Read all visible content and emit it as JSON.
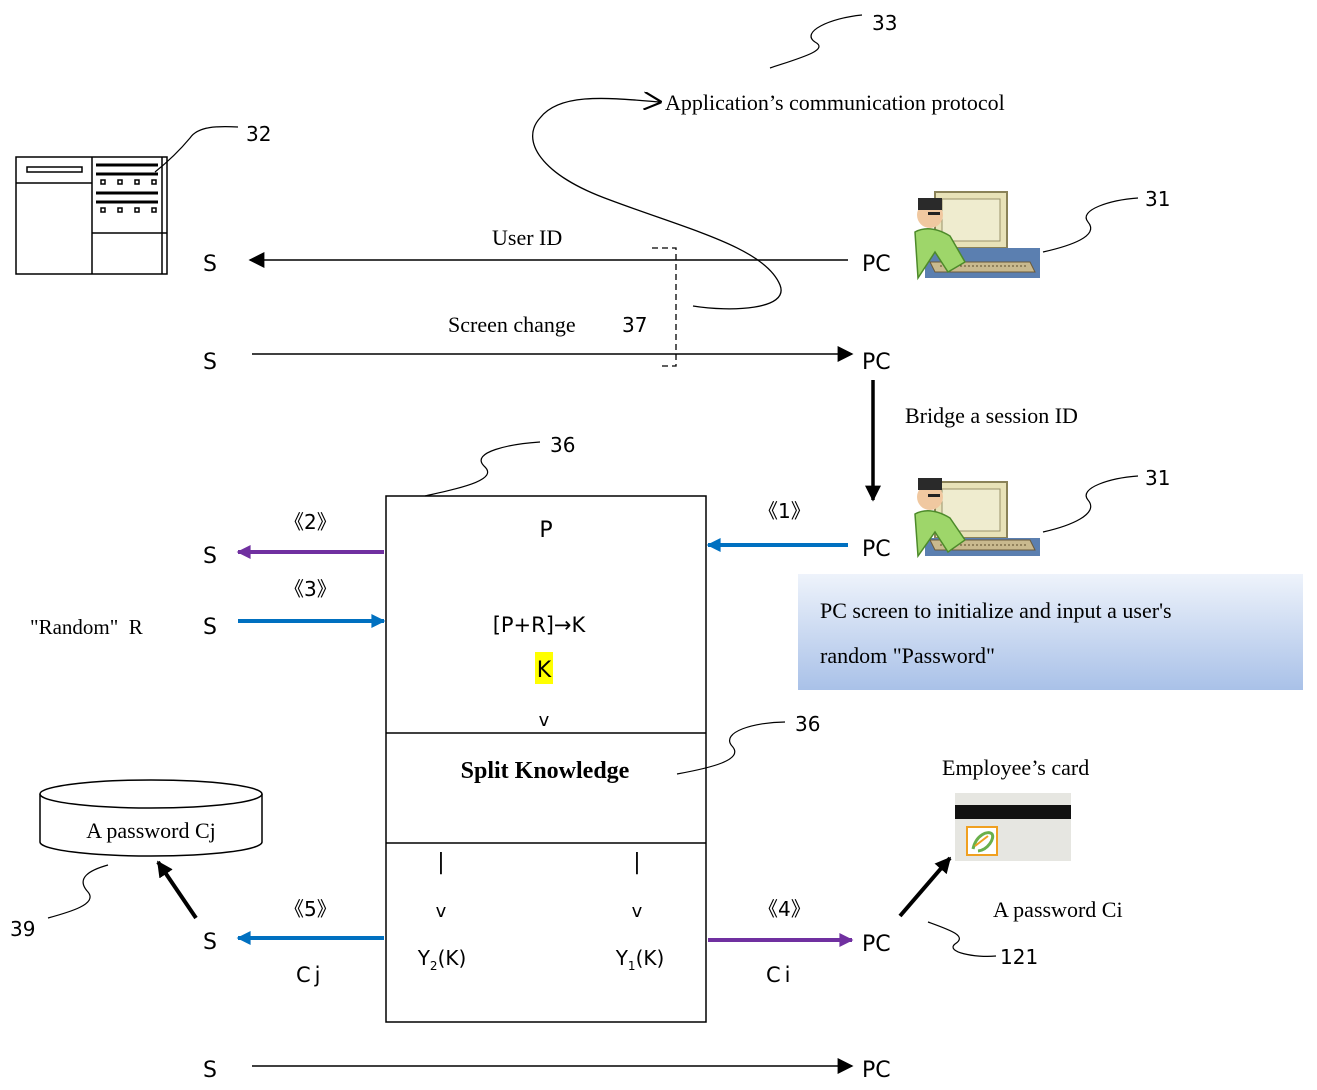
{
  "colors": {
    "black": "#000000",
    "blue": "#0070C0",
    "purple": "#7030A0",
    "highlight": "#FFFF00",
    "note_bg_top": "#EEF3FB",
    "note_bg_bottom": "#A9C1E8"
  },
  "refs": {
    "r33": "33",
    "r32": "32",
    "r31_top": "31",
    "r31_mid": "31",
    "r36_top": "36",
    "r36_mid": "36",
    "r39": "39",
    "r121": "121"
  },
  "top": {
    "protocol_label": "Application’s communication protocol",
    "user_id_label": "User ID",
    "screen_change_label": "Screen change",
    "screen_change_ref": "37",
    "bridge_label": "Bridge a session ID"
  },
  "nodes": {
    "s_1": "S",
    "pc_1": "PC",
    "s_2": "S",
    "pc_2": "PC",
    "s_3": "S",
    "pc_3": "PC",
    "s_4": "S",
    "s_5": "S",
    "pc_5": "PC",
    "s_6": "S",
    "pc_6": "PC"
  },
  "steps": {
    "step1": "《1》",
    "step2": "《2》",
    "step3": "《3》",
    "step4": "《4》",
    "step5": "《5》"
  },
  "box": {
    "p": "P",
    "formula": "[P+R]→K",
    "k": "K",
    "v1": "v",
    "split_knowledge": "Split Knowledge",
    "bar_left": "|",
    "bar_right": "|",
    "v_left": "v",
    "v_right": "v",
    "y2": "Y",
    "y2_sub": "2",
    "y2_arg": "(K)",
    "y1": "Y",
    "y1_sub": "1",
    "y1_arg": "(K)"
  },
  "labels": {
    "random": "\"Random\"  R",
    "cj": "Cj",
    "ci": "Ci",
    "db_label": "A password Cj",
    "employee_card": "Employee’s card",
    "password_ci": "A password Ci"
  },
  "note": {
    "line1": "PC screen to initialize and input a user's",
    "line2": "random \"Password\""
  },
  "icons": {
    "server": "server-cabinet-icon",
    "user_pc": "user-at-computer-icon",
    "database": "database-cylinder-icon",
    "card": "employee-card-icon"
  }
}
